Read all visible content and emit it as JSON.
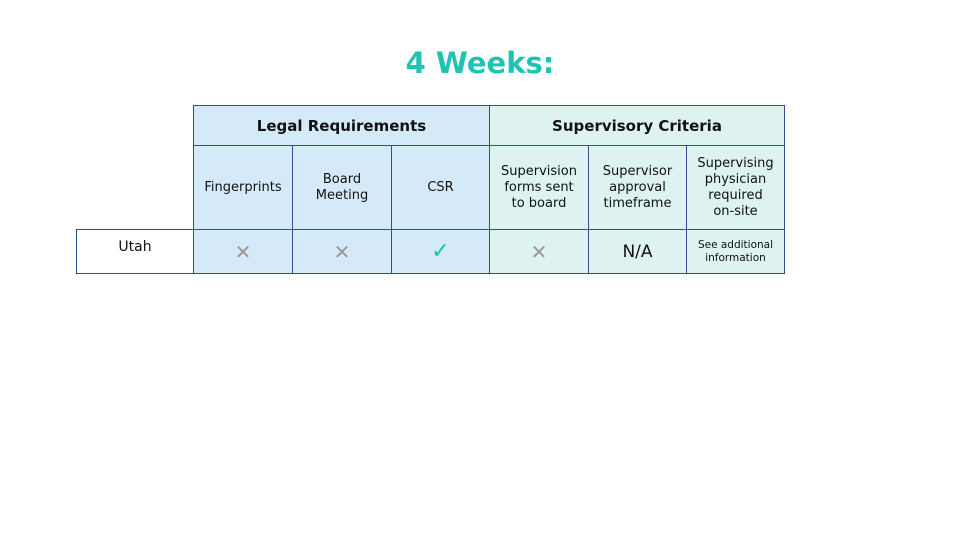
{
  "title": "4 Weeks:",
  "groups": {
    "legal": "Legal Requirements",
    "supervisory": "Supervisory Criteria"
  },
  "columns": [
    "Fingerprints",
    "Board Meeting",
    "CSR",
    "Supervision forms sent to board",
    "Supervisor approval timeframe",
    "Supervising physician required on-site"
  ],
  "row": {
    "state": "Utah",
    "values": [
      "✕",
      "✕",
      "✓",
      "✕",
      "N/A",
      "See additional information"
    ]
  },
  "colors": {
    "title": "#1fc3b1",
    "legal_bg": "#d5eaf8",
    "supervisory_bg": "#def3f1",
    "border": "#2f4f95",
    "check": "#19c2b0"
  }
}
